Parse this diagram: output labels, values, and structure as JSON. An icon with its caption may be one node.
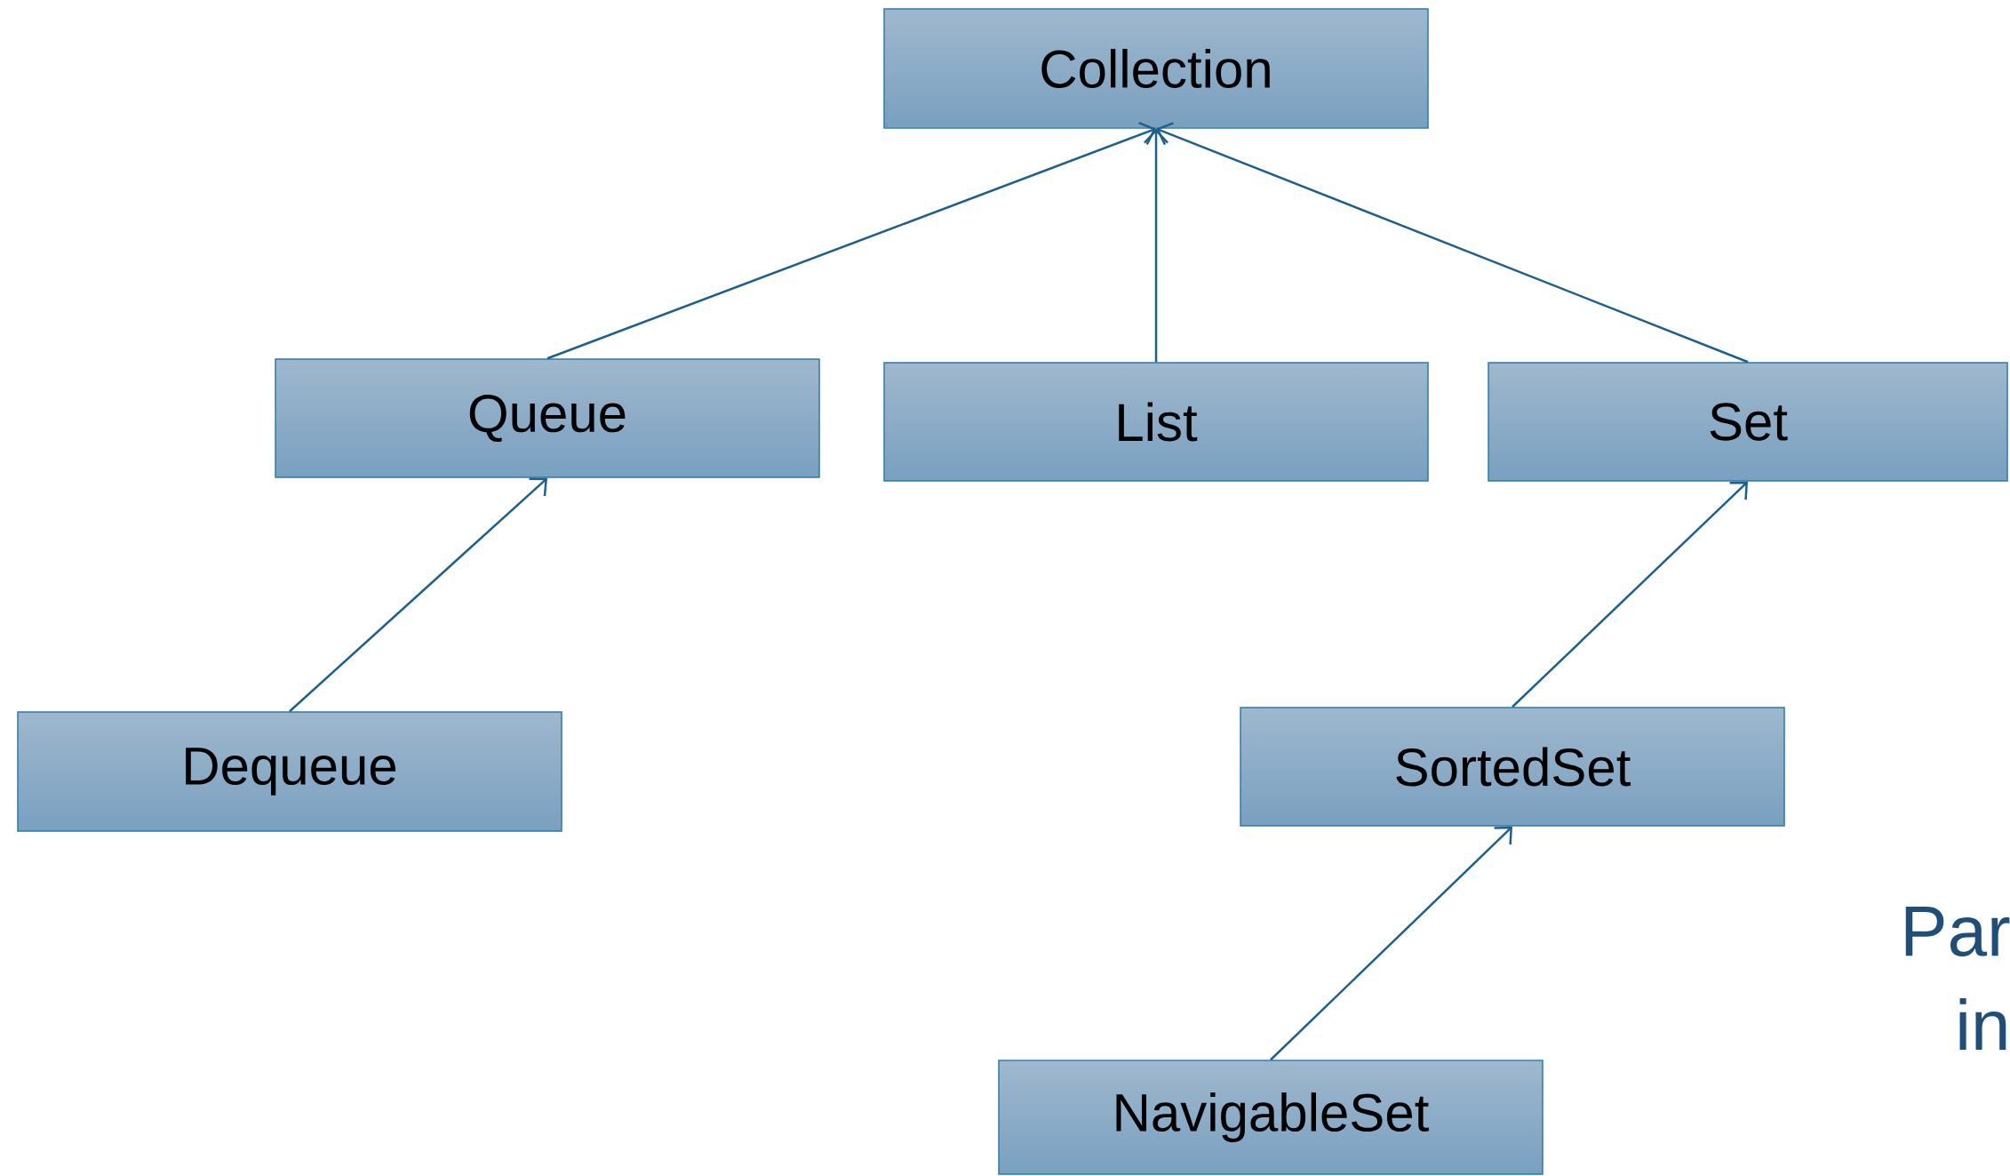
{
  "diagram": {
    "nodes": [
      {
        "text": [
          "Collection"
        ]
      },
      {
        "text": [
          "Queue"
        ]
      },
      {
        "text": [
          "List"
        ]
      },
      {
        "text": [
          "Set"
        ]
      },
      {
        "text": [
          "Dequeue"
        ]
      },
      {
        "text": [
          "SortedSet"
        ]
      },
      {
        "text": [
          "NavigableSet"
        ]
      }
    ],
    "edges": [
      {
        "from": 1,
        "to": 0,
        "arrow": "to"
      },
      {
        "from": 2,
        "to": 0,
        "arrow": "to"
      },
      {
        "from": 3,
        "to": 0,
        "arrow": "to"
      },
      {
        "from": 4,
        "to": 1,
        "arrow": "to"
      },
      {
        "from": 5,
        "to": 3,
        "arrow": "to"
      },
      {
        "from": 6,
        "to": 5,
        "arrow": "to"
      }
    ],
    "labels": [
      "Par",
      "in"
    ]
  }
}
